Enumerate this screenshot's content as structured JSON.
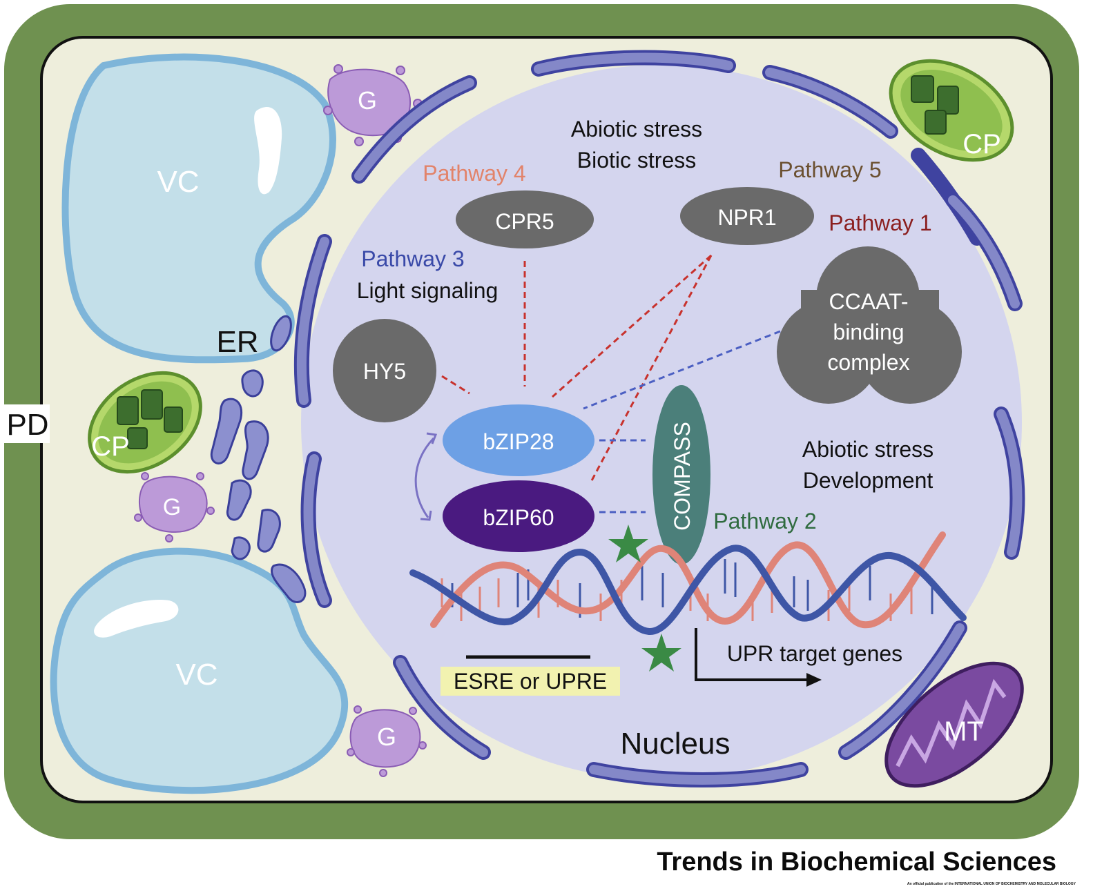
{
  "labels": {
    "pd": "PD",
    "vacuole_top": "VC",
    "vacuole_bottom": "VC",
    "er": "ER",
    "chloroplast_left": "CP",
    "chloroplast_right": "CP",
    "golgi_top": "G",
    "golgi_mid": "G",
    "golgi_bottom": "G",
    "mitochondrion": "MT",
    "nucleus": "Nucleus"
  },
  "stress_top": [
    "Abiotic stress",
    "Biotic stress"
  ],
  "stress_right": [
    "Abiotic stress",
    "Development"
  ],
  "pathways": {
    "p1": "Pathway 1",
    "p2": "Pathway 2",
    "p3": "Pathway 3",
    "p4": "Pathway 4",
    "p5": "Pathway 5",
    "light_signaling": "Light signaling"
  },
  "proteins": {
    "cpr5": "CPR5",
    "npr1": "NPR1",
    "hy5": "HY5",
    "ccaat": [
      "CCAAT-",
      "binding",
      "complex"
    ],
    "bzip28": "bZIP28",
    "bzip60": "bZIP60",
    "compass": "COMPASS"
  },
  "dna": {
    "element": "ESRE or UPRE",
    "targets": "UPR target genes"
  },
  "footer": {
    "journal": "Trends in Biochemical Sciences",
    "tagline": "An official publication of the INTERNATIONAL UNION OF BIOCHEMISTRY AND MOLECULAR BIOLOGY"
  },
  "colors": {
    "cell_wall": "#6f9150",
    "cytoplasm": "#eeeedc",
    "nucleus_fill": "#d4d5ee",
    "nuclear_envelope": "#8488c8",
    "vacuole": "#c3dfe9",
    "protein_grey": "#6a6a6a",
    "bzip28": "#6da0e5",
    "bzip60": "#4a1a80",
    "compass": "#4b7f7a",
    "pathway1": "#8b1f1f",
    "pathway2": "#2f6b3f",
    "pathway3": "#3949a8",
    "pathway4": "#e2836a",
    "pathway5": "#6b5030",
    "red_dashed": "#c8322d",
    "blue_dashed": "#4b5fc2",
    "dna_red": "#df8478",
    "dna_blue": "#3e56a6",
    "star": "#3a8a45"
  },
  "icons": {
    "stars": [
      "star-icon",
      "star-icon"
    ],
    "cycle_arrow": "double-arrow-icon",
    "transcription_arrow": "bent-arrow-icon"
  }
}
